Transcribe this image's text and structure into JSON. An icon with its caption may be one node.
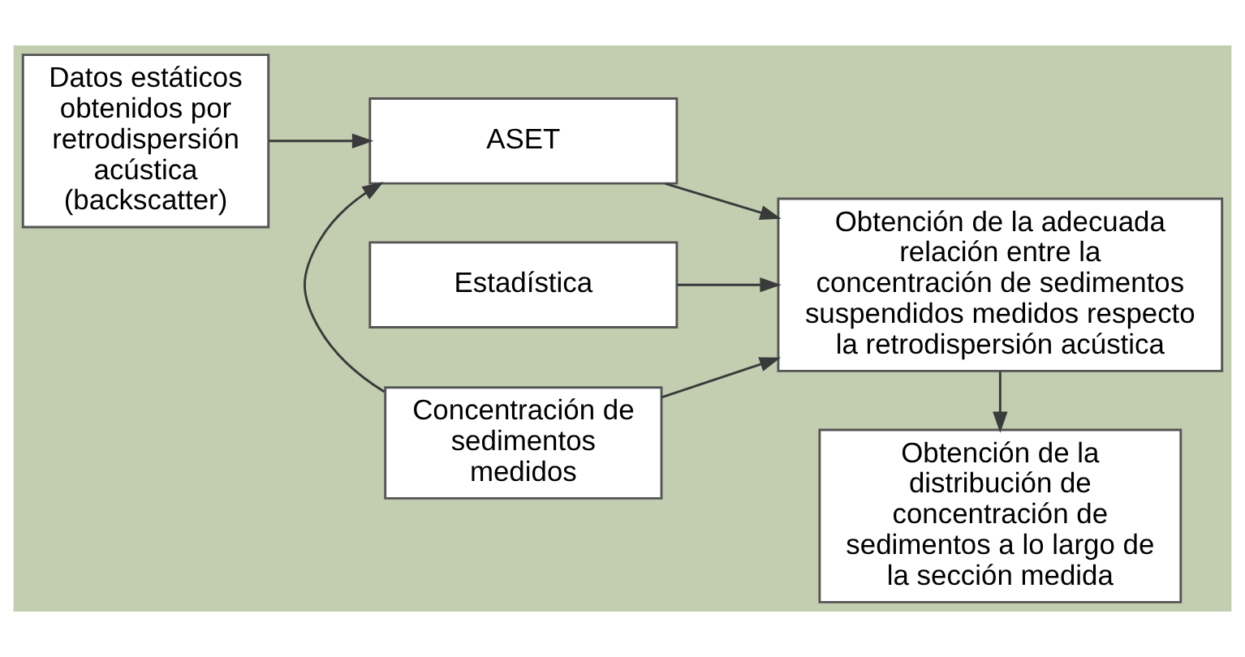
{
  "diagram": {
    "nodes": [
      {
        "text": [
          "Datos estáticos obtenidos por retrodispersión acústica (backscatter)"
        ]
      },
      {
        "text": [
          "Estadística"
        ]
      },
      {
        "text": [
          "ASET"
        ]
      },
      {
        "text": [
          "Concentración de sedimentos medidos"
        ]
      },
      {
        "text": [
          "Obtención de la adecuada relación entre la concentración de sedimentos suspendidos medidos respecto la retrodispersión acústica"
        ]
      },
      {
        "text": [
          "Obtención de la distribución de concentración de sedimentos a lo largo de la sección medida"
        ]
      }
    ],
    "edges": [
      {
        "from": 0,
        "to": 2,
        "arrow": "to"
      },
      {
        "from": 3,
        "to": 2,
        "arrow": "to"
      },
      {
        "from": 1,
        "to": 4,
        "arrow": "to"
      },
      {
        "from": 2,
        "to": 4,
        "arrow": "to"
      },
      {
        "from": 3,
        "to": 4,
        "arrow": "to"
      },
      {
        "from": 4,
        "to": 5,
        "arrow": "to"
      }
    ]
  }
}
